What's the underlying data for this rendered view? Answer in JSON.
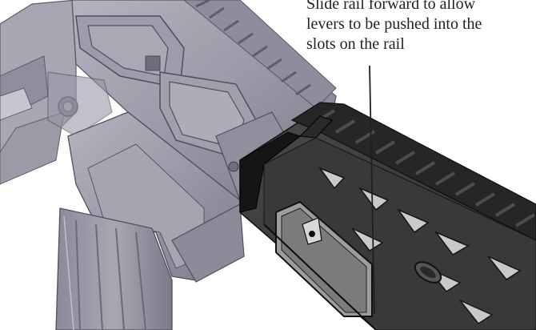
{
  "callout": {
    "lines": [
      "Slide rail forward to allow",
      "levers to be  pushed into the",
      "slots on the rail"
    ]
  },
  "colors": {
    "receiver": "#9a9aa8",
    "receiver_shadow": "#6c6c7a",
    "receiver_light": "#c4c4cf",
    "handguard": "#3d3d3d",
    "handguard_dark": "#1c1c1c",
    "leader_line": "#231f20",
    "text": "#231f20"
  },
  "icons": [
    "rifle-receiver-drawing",
    "handguard-rail-drawing",
    "magazine-drawing",
    "leader-line"
  ]
}
